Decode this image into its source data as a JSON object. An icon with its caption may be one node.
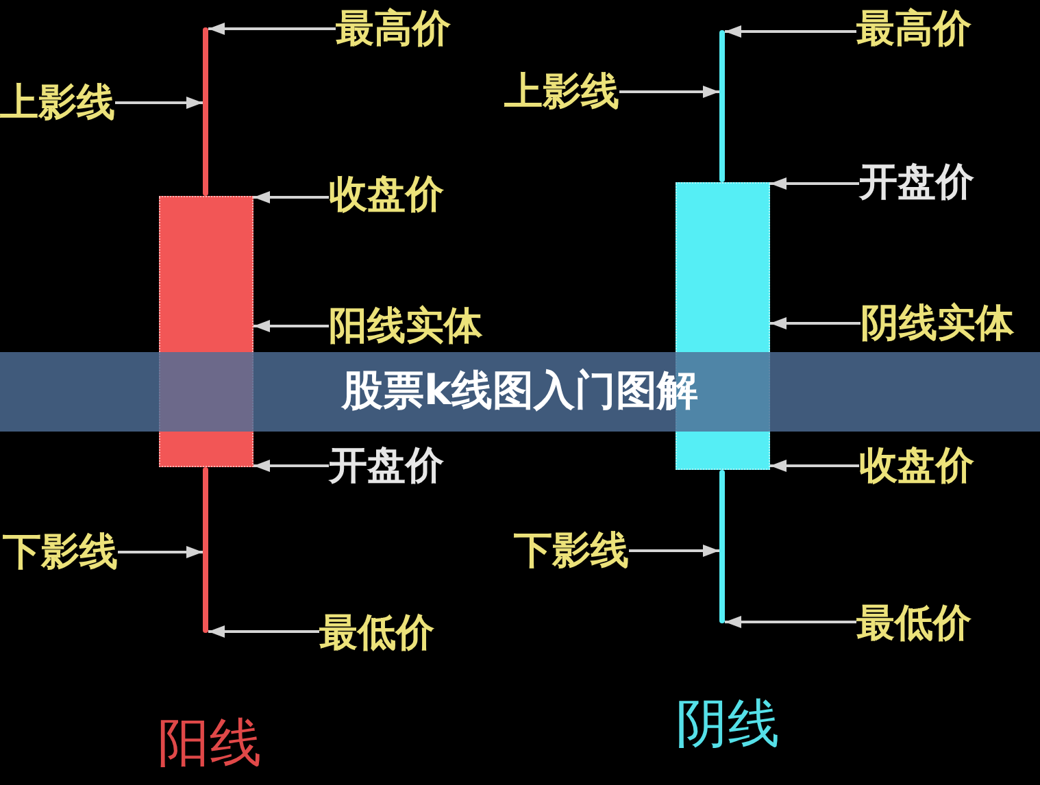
{
  "diagram": {
    "title": "股票k线图入门图解",
    "nodes": [
      {
        "text": [
          "最高价"
        ]
      },
      {
        "text": [
          "上影线"
        ]
      },
      {
        "text": [],
        "shape": "bar"
      },
      {
        "text": [
          "收盘价"
        ]
      },
      {
        "text": [],
        "shape": "box"
      },
      {
        "text": [
          "阳线实体"
        ]
      },
      {
        "text": [
          "开盘价"
        ]
      },
      {
        "text": [
          "下影线"
        ]
      },
      {
        "text": [],
        "shape": "bar"
      },
      {
        "text": [
          "最低价"
        ]
      },
      {
        "text": [
          "最高价"
        ]
      },
      {
        "text": [
          "上影线"
        ]
      },
      {
        "text": [],
        "shape": "bar"
      },
      {
        "text": [
          "开盘价"
        ]
      },
      {
        "text": [],
        "shape": "box"
      },
      {
        "text": [
          "阴线实体"
        ]
      },
      {
        "text": [
          "收盘价"
        ]
      },
      {
        "text": [
          "下影线"
        ]
      },
      {
        "text": [],
        "shape": "bar"
      },
      {
        "text": [
          "最低价"
        ]
      }
    ],
    "edges": [
      {
        "from": 0,
        "to": 2,
        "arrow": "to"
      },
      {
        "from": 1,
        "to": 2,
        "arrow": "to"
      },
      {
        "from": 3,
        "to": 4,
        "arrow": "to"
      },
      {
        "from": 5,
        "to": 4,
        "arrow": "to"
      },
      {
        "from": 6,
        "to": 4,
        "arrow": "to"
      },
      {
        "from": 7,
        "to": 8,
        "arrow": "to"
      },
      {
        "from": 9,
        "to": 8,
        "arrow": "to"
      },
      {
        "from": 10,
        "to": 12,
        "arrow": "to"
      },
      {
        "from": 11,
        "to": 12,
        "arrow": "to"
      },
      {
        "from": 13,
        "to": 14,
        "arrow": "to"
      },
      {
        "from": 15,
        "to": 14,
        "arrow": "to"
      },
      {
        "from": 16,
        "to": 14,
        "arrow": "to"
      },
      {
        "from": 17,
        "to": 18,
        "arrow": "to"
      },
      {
        "from": 19,
        "to": 18,
        "arrow": "to"
      }
    ],
    "labels": [
      "阳线",
      "阴线"
    ]
  }
}
